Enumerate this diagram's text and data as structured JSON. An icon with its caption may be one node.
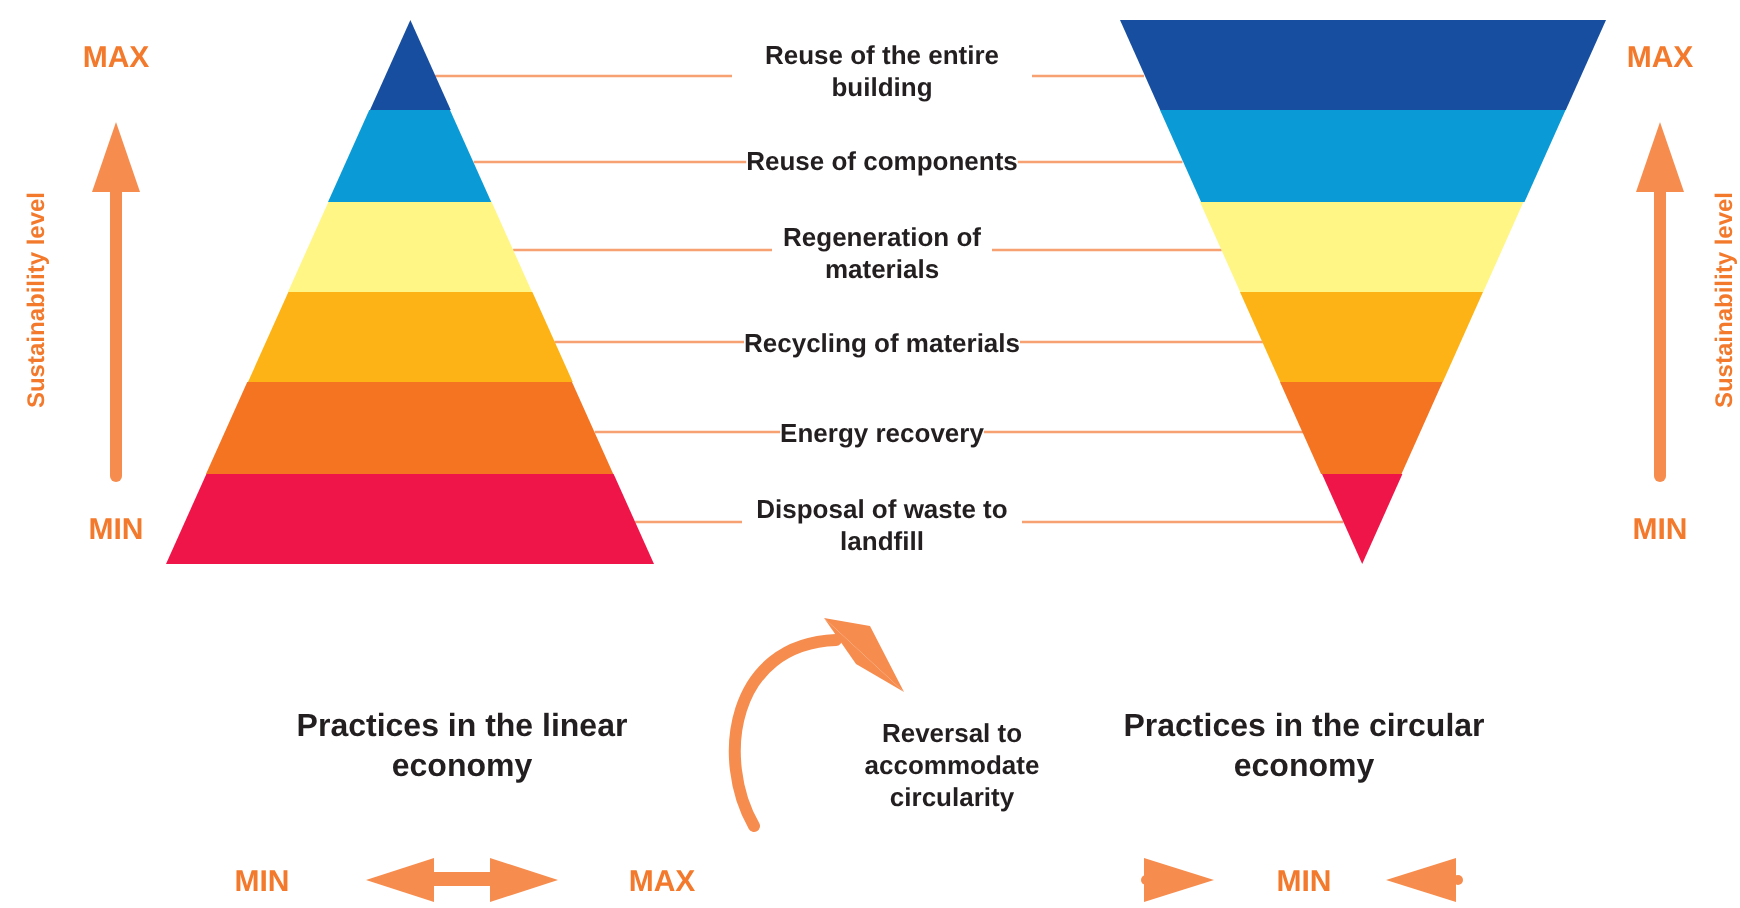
{
  "diagram": {
    "nodes": [
      {
        "text": [
          "Reuse of the entire building"
        ]
      },
      {
        "text": [
          "Reuse of components"
        ]
      },
      {
        "text": [
          "Regeneration of materials"
        ]
      },
      {
        "text": [
          "Recycling of materials"
        ]
      },
      {
        "text": [
          "Energy recovery"
        ]
      },
      {
        "text": [
          "Disposal of waste to landfill"
        ]
      },
      {
        "text": [],
        "shape": "band"
      },
      {
        "text": [],
        "shape": "band"
      },
      {
        "text": [],
        "shape": "band"
      },
      {
        "text": [],
        "shape": "band"
      },
      {
        "text": [],
        "shape": "band"
      },
      {
        "text": [],
        "shape": "band"
      },
      {
        "text": [],
        "shape": "band"
      },
      {
        "text": [],
        "shape": "band"
      },
      {
        "text": [],
        "shape": "band"
      },
      {
        "text": [],
        "shape": "band"
      },
      {
        "text": [],
        "shape": "band"
      },
      {
        "text": [],
        "shape": "band"
      }
    ],
    "edges": [
      {
        "from": 0,
        "to": 6,
        "arrow": "none"
      },
      {
        "from": 0,
        "to": 12,
        "arrow": "none"
      },
      {
        "from": 1,
        "to": 7,
        "arrow": "none"
      },
      {
        "from": 1,
        "to": 13,
        "arrow": "none"
      },
      {
        "from": 2,
        "to": 8,
        "arrow": "none"
      },
      {
        "from": 2,
        "to": 14,
        "arrow": "none"
      },
      {
        "from": 3,
        "to": 9,
        "arrow": "none"
      },
      {
        "from": 3,
        "to": 15,
        "arrow": "none"
      },
      {
        "from": 4,
        "to": 10,
        "arrow": "none"
      },
      {
        "from": 4,
        "to": 16,
        "arrow": "none"
      },
      {
        "from": 5,
        "to": 11,
        "arrow": "none"
      },
      {
        "from": 5,
        "to": 17,
        "arrow": "none"
      }
    ],
    "labels": [
      "MAX",
      "MAX",
      "Sustainability level",
      "Sustainability level",
      "MIN",
      "MIN",
      "Practices in the linear economy",
      "Reversal to accommodate circularity",
      "Practices in the circular economy",
      "MIN",
      "MAX",
      "MIN"
    ]
  }
}
